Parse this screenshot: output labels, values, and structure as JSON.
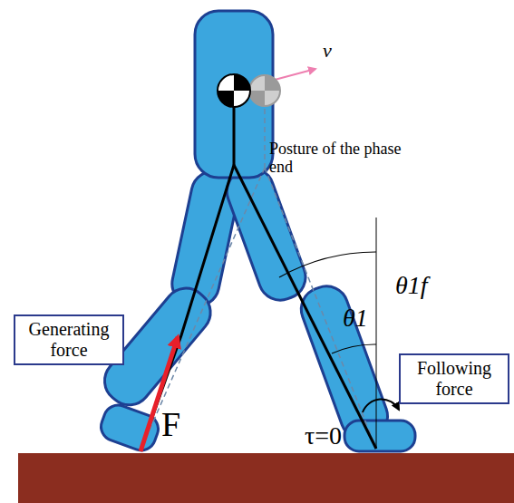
{
  "diagram": {
    "nodes": [
      {
        "text": [
          "Generating force"
        ]
      },
      {
        "text": [
          "Following force"
        ]
      }
    ],
    "labels": [
      "v",
      "Posture of the phase end",
      "θ1f",
      "θ1",
      "F",
      "τ=0"
    ]
  }
}
